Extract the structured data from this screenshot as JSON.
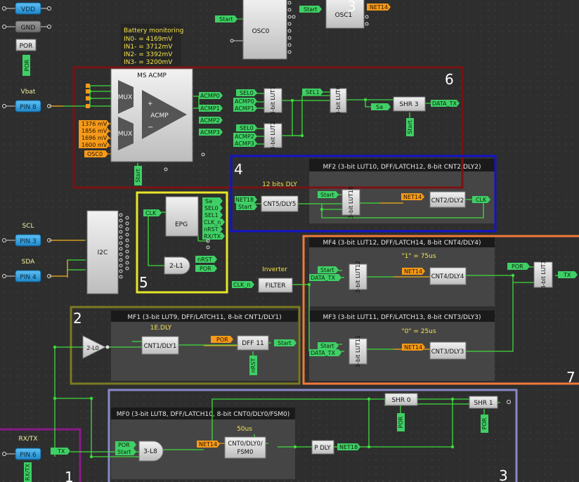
{
  "pins": {
    "vdd": "VDD",
    "gnd": "GND",
    "por": "POR",
    "por_vertical": "POR",
    "vbat": "Vbat",
    "pin8": "PIN 8",
    "scl": "SCL",
    "pin3": "PIN 3",
    "sda": "SDA",
    "pin4": "PIN 4",
    "rxtx": "RX/TX",
    "pin6": "PIN 6",
    "rxtx_vertical": "RX/TX"
  },
  "osc": {
    "osc0_start": "Start",
    "osc0": "OSC0",
    "osc1_start": "Start",
    "osc1": "OSC1",
    "osc1_net": "NET14",
    "osc1_digit": "3"
  },
  "battery": {
    "title": "Battery monitoring",
    "lines": [
      "IN0- = 4169mV",
      "IN1- = 3712mV",
      "IN2- = 3392mV",
      "IN3- = 3200mV"
    ]
  },
  "region6": {
    "number": "6",
    "acmp_title": "MS ACMP",
    "mux1": "MUX",
    "mux2": "MUX",
    "acmp": "ACMP",
    "plus": "+",
    "minus": "−",
    "vrefs": [
      "1376 mV",
      "1856 mV",
      "1696 mV",
      "1600 mV"
    ],
    "osc0_tag": "OSC0",
    "start_vertical": "Start",
    "outputs": [
      "ACMP0",
      "ACMP1",
      "ACMP2",
      "ACMP3"
    ],
    "lut1_inputs": [
      "SEL0",
      "ACMP0",
      "ACMP1"
    ],
    "lut1": "3-bit LUT1",
    "lut2_inputs": [
      "SEL0",
      "ACMP2",
      "ACMP3"
    ],
    "lut2": "3-bit LUT2",
    "sel1": "SEL1",
    "lut0": "3-bit LUT0",
    "sa": "Sa",
    "shr3": "SHR 3",
    "data_tx": "DATA_TX",
    "shr3_start": "Start"
  },
  "region4": {
    "number": "4",
    "mf2_title": "MF2 (3-bit LUT10, DFF/LATCH12, 8-bit CNT2/DLY2)",
    "dly_label": "12 bits DLY",
    "net18": "NET18",
    "start": "Start",
    "cnt5": "CNT5/DLY5",
    "start2": "Start",
    "lut10": "3-bit LUT10",
    "net14": "NET14",
    "cnt2": "CNT2/DLY2",
    "clk": "CLK"
  },
  "region5": {
    "number": "5",
    "clk": "CLK",
    "epg": "EPG",
    "outputs": [
      "Sa",
      "SEL0",
      "SEL1",
      "CLK_n",
      "nRST",
      "RX/TX"
    ],
    "l1": "2-L1",
    "l1_outputs": [
      "nRST",
      "POR"
    ]
  },
  "i2c": {
    "label": "I2C"
  },
  "filter": {
    "title": "Inverter",
    "clk_n": "CLK_n",
    "label": "FILTER"
  },
  "region7": {
    "number": "7",
    "mf4_title": "MF4 (3-bit LUT12, DFF/LATCH14, 8-bit CNT4/DLY4)",
    "mf4_note": "\"1\" = 75us",
    "mf4_start": "Start",
    "mf4_data": "DATA_TX",
    "lut12": "3-bit LUT12",
    "mf4_net": "NET14",
    "cnt4": "CNT4/DLY4",
    "por": "POR",
    "lut3": "3-bit LUT3",
    "tx": "TX",
    "mf3_title": "MF3 (3-bit LUT11, DFF/LATCH13, 8-bit CNT3/DLY3)",
    "mf3_note": "\"0\" = 25us",
    "mf3_start": "Start",
    "mf3_data": "DATA_TX",
    "lut11": "3-bit LUT11",
    "mf3_net": "NET14",
    "cnt3": "CNT3/DLY3"
  },
  "region2": {
    "number": "2",
    "mf1_title": "MF1 (3-bit LUT9, DFF/LATCH11, 8-bit CNT1/DLY1)",
    "note": "1E.DLY",
    "l0": "2-L0",
    "cnt1": "CNT1/DLY1",
    "por": "POR",
    "dff11": "DFF 11",
    "start": "Start",
    "nrst": "nRST"
  },
  "region3": {
    "number": "3",
    "mf0_title": "MF0 (3-bit LUT8, DFF/LATCH10, 8-bit CNT0/DLY0/FSM0)",
    "note": "50us",
    "por": "POR",
    "start": "Start",
    "l8": "3-L8",
    "net14": "NET14",
    "cnt0_line1": "CNT0/DLY0/",
    "cnt0_line2": "FSM0",
    "pdly": "P DLY",
    "net18": "NET18",
    "shr0": "SHR 0",
    "shr1": "SHR 1",
    "shr0_por": "POR",
    "shr1_por": "POR"
  },
  "region1": {
    "number": "1",
    "tx": "TX"
  },
  "colors": {
    "wire": "#3ddc3d",
    "port_green": "#3fcf66",
    "port_orange": "#f59a1a",
    "pin_blue": "#39a8e6",
    "block_gray": "#d9d9d9",
    "region_red": "#7a1212",
    "region_blue": "#1414c8",
    "region_yellow": "#e6e62a",
    "region_olive": "#7a7a22",
    "region_orange": "#f07a3a",
    "region_lavender": "#8a88c8",
    "region_purple": "#8a1a8a"
  }
}
